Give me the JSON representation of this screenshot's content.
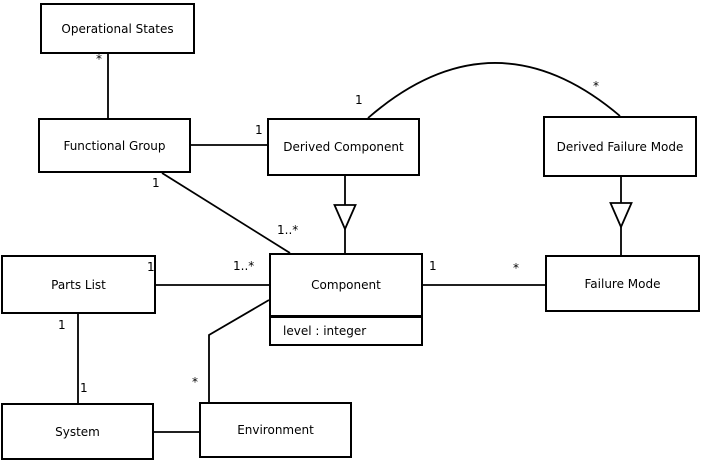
{
  "diagram": {
    "type": "uml-class-diagram",
    "classes": {
      "operational_states": {
        "name": "Operational States"
      },
      "functional_group": {
        "name": "Functional Group"
      },
      "derived_component": {
        "name": "Derived Component"
      },
      "derived_failure_mode": {
        "name": "Derived Failure Mode"
      },
      "parts_list": {
        "name": "Parts List"
      },
      "component": {
        "name": "Component",
        "attribute": "level : integer"
      },
      "failure_mode": {
        "name": "Failure Mode"
      },
      "system": {
        "name": "System"
      },
      "environment": {
        "name": "Environment"
      }
    },
    "multiplicities": {
      "m_os": "*",
      "m_dc_assoc": "1",
      "m_fg_diag": "1",
      "m_comp_from_fg": "1..*",
      "m_arc_dc": "1",
      "m_arc_dfm": "*",
      "m_pl_right": "1",
      "m_comp_from_pl": "1..*",
      "m_comp_right": "1",
      "m_fm_left": "*",
      "m_pl_bottom": "1",
      "m_sys_top": "1",
      "m_env_top": "*"
    },
    "relationships": [
      {
        "from": "Operational States",
        "to": "Functional Group",
        "type": "association",
        "labels": {
          "operational_states_end": "*"
        }
      },
      {
        "from": "Functional Group",
        "to": "Derived Component",
        "type": "association",
        "labels": {
          "derived_component_end": "1"
        }
      },
      {
        "from": "Functional Group",
        "to": "Component",
        "type": "association",
        "labels": {
          "functional_group_end": "1",
          "component_end": "1..*"
        }
      },
      {
        "from": "Derived Component",
        "to": "Component",
        "type": "generalization"
      },
      {
        "from": "Derived Component",
        "to": "Derived Failure Mode",
        "type": "association-arc",
        "labels": {
          "derived_component_end": "1",
          "derived_failure_mode_end": "*"
        }
      },
      {
        "from": "Derived Failure Mode",
        "to": "Failure Mode",
        "type": "generalization"
      },
      {
        "from": "Parts List",
        "to": "Component",
        "type": "association",
        "labels": {
          "parts_list_end": "1",
          "component_end": "1..*"
        }
      },
      {
        "from": "Component",
        "to": "Failure Mode",
        "type": "association",
        "labels": {
          "component_end": "1",
          "failure_mode_end": "*"
        }
      },
      {
        "from": "Parts List",
        "to": "System",
        "type": "association",
        "labels": {
          "parts_list_end": "1",
          "system_end": "1"
        }
      },
      {
        "from": "Component",
        "to": "Environment",
        "type": "association",
        "labels": {
          "environment_end": "*"
        }
      },
      {
        "from": "System",
        "to": "Environment",
        "type": "association"
      }
    ],
    "colors": {
      "line": "#000000",
      "box_fill": "#ffffff",
      "background": "#ffffff",
      "text": "#000000"
    }
  }
}
